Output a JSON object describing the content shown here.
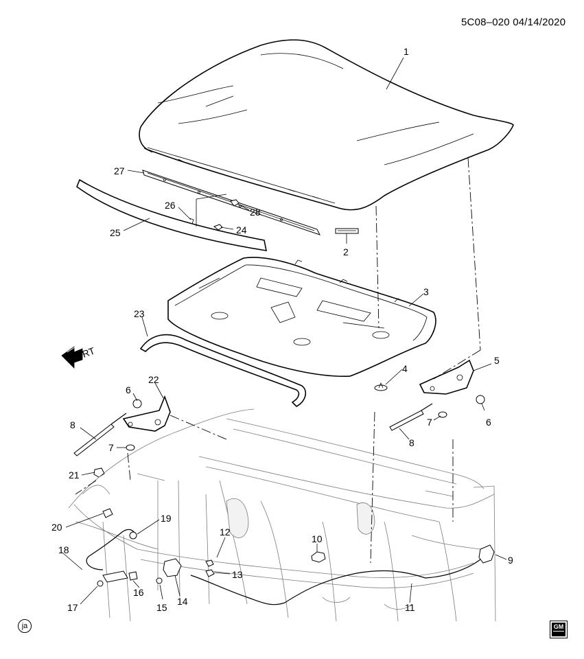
{
  "header": {
    "doc_code": "5C08–020  04/14/2020"
  },
  "orientation_label": "FRT",
  "callouts": [
    {
      "id": "c1",
      "label": "1"
    },
    {
      "id": "c2",
      "label": "2"
    },
    {
      "id": "c3",
      "label": "3"
    },
    {
      "id": "c4",
      "label": "4"
    },
    {
      "id": "c5",
      "label": "5"
    },
    {
      "id": "c6a",
      "label": "6"
    },
    {
      "id": "c6b",
      "label": "6"
    },
    {
      "id": "c7a",
      "label": "7"
    },
    {
      "id": "c7b",
      "label": "7"
    },
    {
      "id": "c8a",
      "label": "8"
    },
    {
      "id": "c8b",
      "label": "8"
    },
    {
      "id": "c9",
      "label": "9"
    },
    {
      "id": "c10",
      "label": "10"
    },
    {
      "id": "c11",
      "label": "11"
    },
    {
      "id": "c12",
      "label": "12"
    },
    {
      "id": "c13",
      "label": "13"
    },
    {
      "id": "c14",
      "label": "14"
    },
    {
      "id": "c15",
      "label": "15"
    },
    {
      "id": "c16",
      "label": "16"
    },
    {
      "id": "c17",
      "label": "17"
    },
    {
      "id": "c18",
      "label": "18"
    },
    {
      "id": "c19",
      "label": "19"
    },
    {
      "id": "c20",
      "label": "20"
    },
    {
      "id": "c21",
      "label": "21"
    },
    {
      "id": "c22",
      "label": "22"
    },
    {
      "id": "c23",
      "label": "23"
    },
    {
      "id": "c24",
      "label": "24"
    },
    {
      "id": "c25",
      "label": "25"
    },
    {
      "id": "c26",
      "label": "26"
    },
    {
      "id": "c27",
      "label": "27"
    },
    {
      "id": "c28",
      "label": "28"
    }
  ],
  "footer": {
    "ja_mark": "ja",
    "brand_logo": "GM"
  }
}
